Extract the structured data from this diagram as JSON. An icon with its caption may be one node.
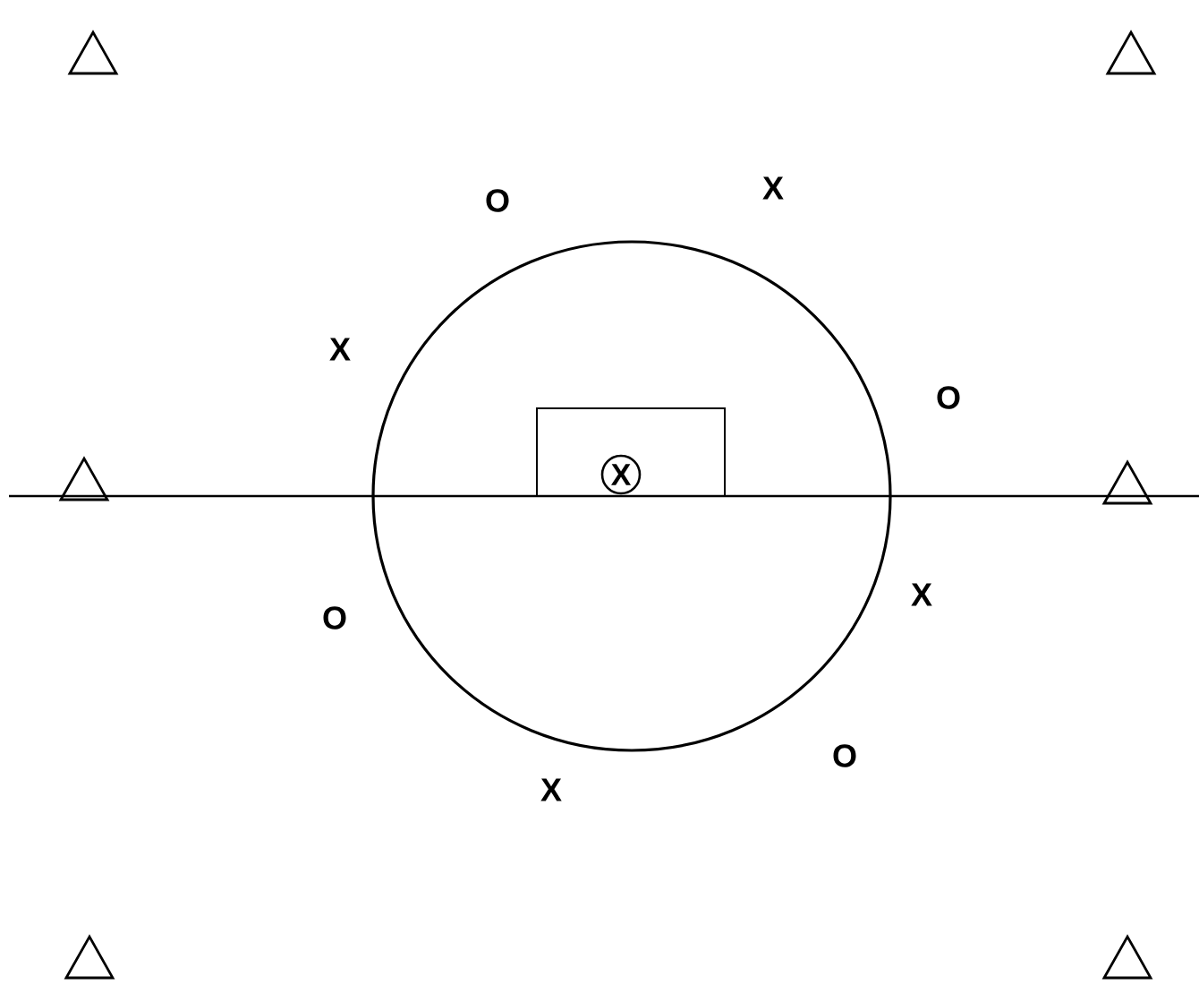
{
  "diagram": {
    "labels": [
      "O",
      "X",
      "X",
      "O",
      "X",
      "O",
      "X",
      "X",
      "O"
    ]
  }
}
